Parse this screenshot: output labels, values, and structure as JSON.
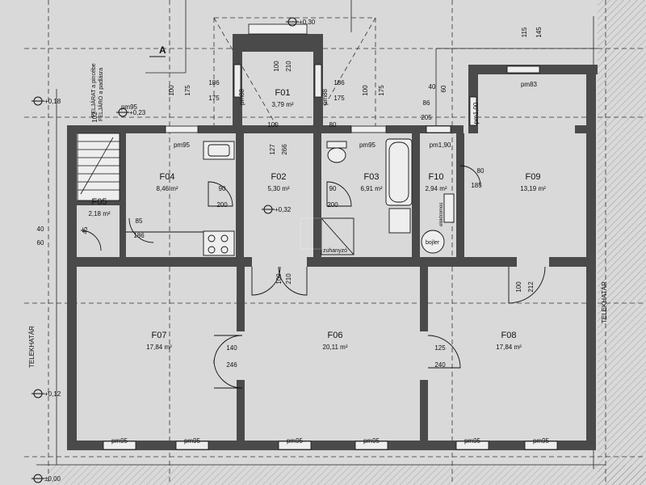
{
  "rooms": [
    {
      "id": "F01",
      "area": "3,79 m²"
    },
    {
      "id": "F02",
      "area": "5,30 m²"
    },
    {
      "id": "F03",
      "area": "6,91 m²"
    },
    {
      "id": "F04",
      "area": "8,46 m²"
    },
    {
      "id": "F05",
      "area": "2,18 m²"
    },
    {
      "id": "F06",
      "area": "20,11 m²"
    },
    {
      "id": "F07",
      "area": "17,84 m²"
    },
    {
      "id": "F08",
      "area": "17,84 m²"
    },
    {
      "id": "F09",
      "area": "13,19 m²"
    },
    {
      "id": "F10",
      "area": "2,94 m²"
    }
  ],
  "levels": [
    "+0,30",
    "+0,18",
    "+0,23",
    "+0,32",
    "+0,12",
    "±0,00"
  ],
  "section_marker": "A",
  "entrance_note_1": "FELJÁRAT a pincébe",
  "entrance_note_2": "FELJÁRÓ a padlásra",
  "boundary_label": "TELEKHATÁR",
  "fixtures": {
    "shower": "zuhanyzó",
    "boiler": "bojler",
    "heater": "elektromos"
  },
  "window_labels": [
    "pm95",
    "pm95",
    "pm95",
    "pm1,90",
    "pm83",
    "pm88",
    "pm88",
    "pm1,00",
    "pm95",
    "pm95",
    "pm95",
    "pm95",
    "pm95",
    "pm95"
  ],
  "dimensions": [
    "100",
    "175",
    "186",
    "175",
    "186",
    "175",
    "100",
    "175",
    "40",
    "60",
    "86",
    "205",
    "115",
    "145",
    "102",
    "127",
    "266",
    "90",
    "200",
    "90",
    "200",
    "80",
    "185",
    "85",
    "186",
    "40",
    "60",
    "45",
    "100",
    "210",
    "140",
    "246",
    "125",
    "240",
    "100",
    "212",
    "100",
    "210",
    "100",
    "80"
  ]
}
